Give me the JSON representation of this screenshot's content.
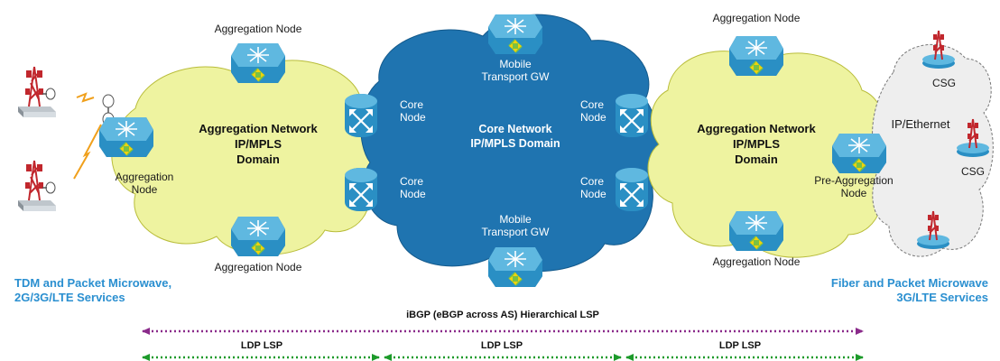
{
  "aggregation_left": {
    "top_node_label": "Aggregation Node",
    "edge_node_label_line1": "Aggregation",
    "edge_node_label_line2": "Node",
    "bottom_node_label": "Aggregation Node",
    "network_line1": "Aggregation Network",
    "network_line2": "IP/MPLS",
    "network_line3": "Domain"
  },
  "core": {
    "top_gw_line1": "Mobile",
    "top_gw_line2": "Transport GW",
    "bottom_gw_line1": "Mobile",
    "bottom_gw_line2": "Transport GW",
    "network_line1": "Core Network",
    "network_line2": "IP/MPLS Domain",
    "core_node_line1": "Core",
    "core_node_line2": "Node"
  },
  "aggregation_right": {
    "top_node_label": "Aggregation Node",
    "bottom_node_label": "Aggregation Node",
    "pre_agg_line1": "Pre-Aggregation",
    "pre_agg_line2": "Node",
    "network_line1": "Aggregation Network",
    "network_line2": "IP/MPLS",
    "network_line3": "Domain"
  },
  "access_right": {
    "network_label": "IP/Ethernet",
    "csg_label": "CSG"
  },
  "services": {
    "left_line1": "TDM and Packet Microwave,",
    "left_line2": "2G/3G/LTE Services",
    "right_line1": "Fiber and Packet Microwave",
    "right_line2": "3G/LTE Services"
  },
  "lsp": {
    "ibgp_label": "iBGP (eBGP across AS)  Hierarchical LSP",
    "ldp_label": "LDP LSP"
  },
  "colors": {
    "aggregation_cloud": "#eef3a0",
    "core_cloud": "#1f74b0",
    "access_cloud": "#eeeeee",
    "node_body": "#2a8fc4",
    "node_top": "#5fb8e0",
    "service_text": "#2a8fd0",
    "ibgp_arrow": "#8a2a8a",
    "ldp_arrow": "#1c9a2a"
  }
}
